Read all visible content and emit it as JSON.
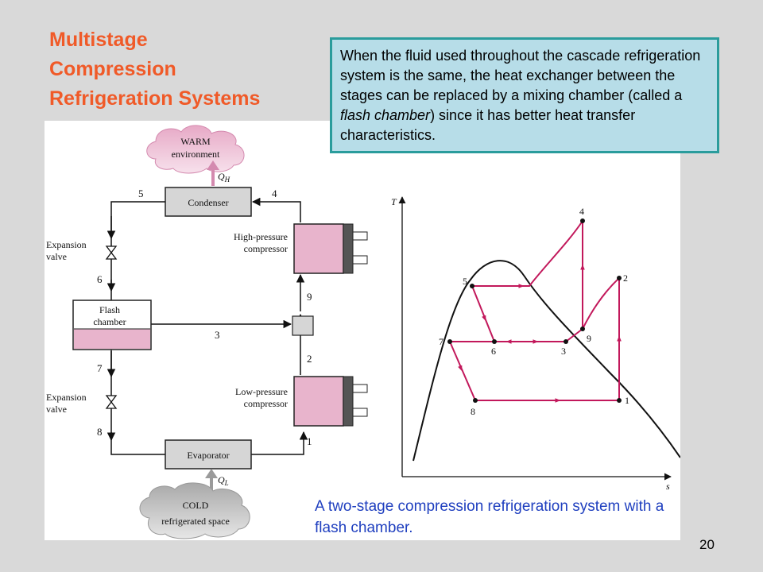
{
  "title": {
    "line1": "Multistage",
    "line2": "Compression",
    "line3": "Refrigeration Systems"
  },
  "callout": {
    "text_before": "When the fluid used throughout the cascade refrigeration system is the same, the heat exchanger between the stages can be replaced by a mixing chamber (called a ",
    "text_emph": "flash chamber",
    "text_after": ") since it has better heat transfer characteristics."
  },
  "caption": "A two-stage compression refrigeration system with a flash chamber.",
  "page_number": "20",
  "schematic": {
    "warm_cloud": {
      "line1": "WARM",
      "line2": "environment"
    },
    "cold_cloud": {
      "line1": "COLD",
      "line2": "refrigerated space"
    },
    "q_high": "Q",
    "q_high_sub": "H",
    "q_low": "Q",
    "q_low_sub": "L",
    "condenser": "Condenser",
    "evaporator": "Evaporator",
    "flash_chamber_line1": "Flash",
    "flash_chamber_line2": "chamber",
    "expansion_valve_top_line1": "Expansion",
    "expansion_valve_top_line2": "valve",
    "expansion_valve_bottom_line1": "Expansion",
    "expansion_valve_bottom_line2": "valve",
    "hp_compressor_line1": "High-pressure",
    "hp_compressor_line2": "compressor",
    "lp_compressor_line1": "Low-pressure",
    "lp_compressor_line2": "compressor",
    "states": [
      "1",
      "2",
      "3",
      "4",
      "5",
      "6",
      "7",
      "8",
      "9"
    ]
  },
  "ts_diagram": {
    "y_axis": "T",
    "x_axis": "s",
    "points": [
      "1",
      "2",
      "3",
      "4",
      "5",
      "6",
      "7",
      "8",
      "9"
    ]
  },
  "colors": {
    "title": "#f05a28",
    "callout_bg": "#b7dde8",
    "callout_border": "#2a9c9c",
    "caption": "#1f3fbf",
    "process_line": "#c2185b",
    "component_fill": "#e8b4cc"
  }
}
